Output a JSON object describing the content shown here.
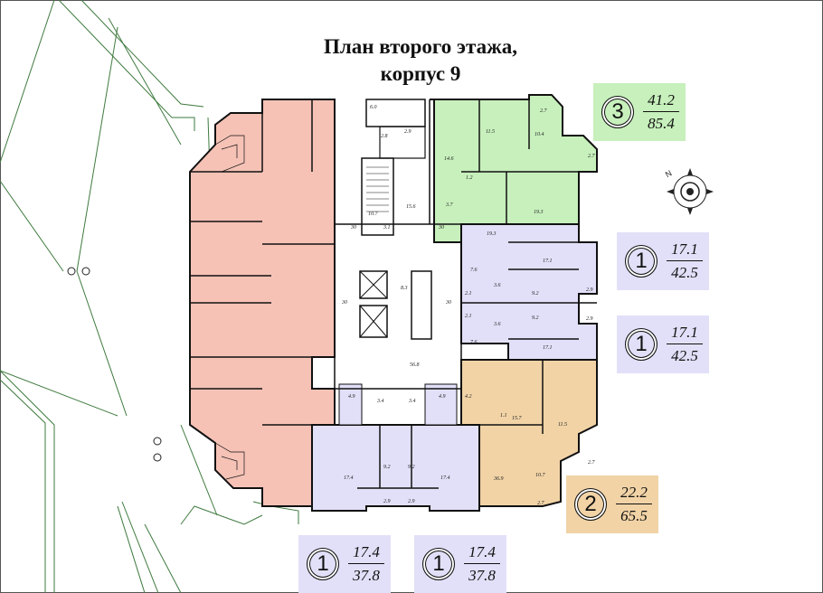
{
  "title": {
    "line1": "План второго этажа,",
    "line2": "корпус 9"
  },
  "legend_badges": [
    {
      "rooms": "3",
      "living_area": "41.2",
      "total_area": "85.4",
      "color": "#c7f0bc"
    },
    {
      "rooms": "1",
      "living_area": "17.1",
      "total_area": "42.5",
      "color": "#e2e0f8"
    },
    {
      "rooms": "1",
      "living_area": "17.1",
      "total_area": "42.5",
      "color": "#e2e0f8"
    },
    {
      "rooms": "2",
      "living_area": "22.2",
      "total_area": "65.5",
      "color": "#f1d3a6"
    },
    {
      "rooms": "1",
      "living_area": "17.4",
      "total_area": "37.8",
      "color": "#e2e0f8"
    },
    {
      "rooms": "1",
      "living_area": "17.4",
      "total_area": "37.8",
      "color": "#e2e0f8"
    }
  ],
  "compass_label": "N",
  "room_labels": [
    "6.0",
    "2.8",
    "2.9",
    "2.7",
    "11.5",
    "10.4",
    "2.7",
    "14.6",
    "1.2",
    "3.7",
    "19.3",
    "19.3",
    "10.7",
    "3.1",
    "15.6",
    "17.1",
    "7.6",
    "2.1",
    "3.6",
    "9.2",
    "2.9",
    "8.3",
    "2.1",
    "3.6",
    "9.2",
    "2.9",
    "7.6",
    "17.1",
    "56.8",
    "4.9",
    "3.4",
    "3.4",
    "4.9",
    "4.2",
    "1.1",
    "15.7",
    "11.5",
    "17.4",
    "9.2",
    "9.2",
    "17.4",
    "36.9",
    "10.7",
    "2.7",
    "2.9",
    "2.9",
    "2.7",
    "30",
    "30",
    "30",
    "30"
  ],
  "colors": {
    "commercial": "#f6c2b6",
    "three_room": "#c7f0bc",
    "one_room": "#e2e0f8",
    "two_room": "#f1d3a6",
    "terrace_line": "#3f7a3f"
  }
}
